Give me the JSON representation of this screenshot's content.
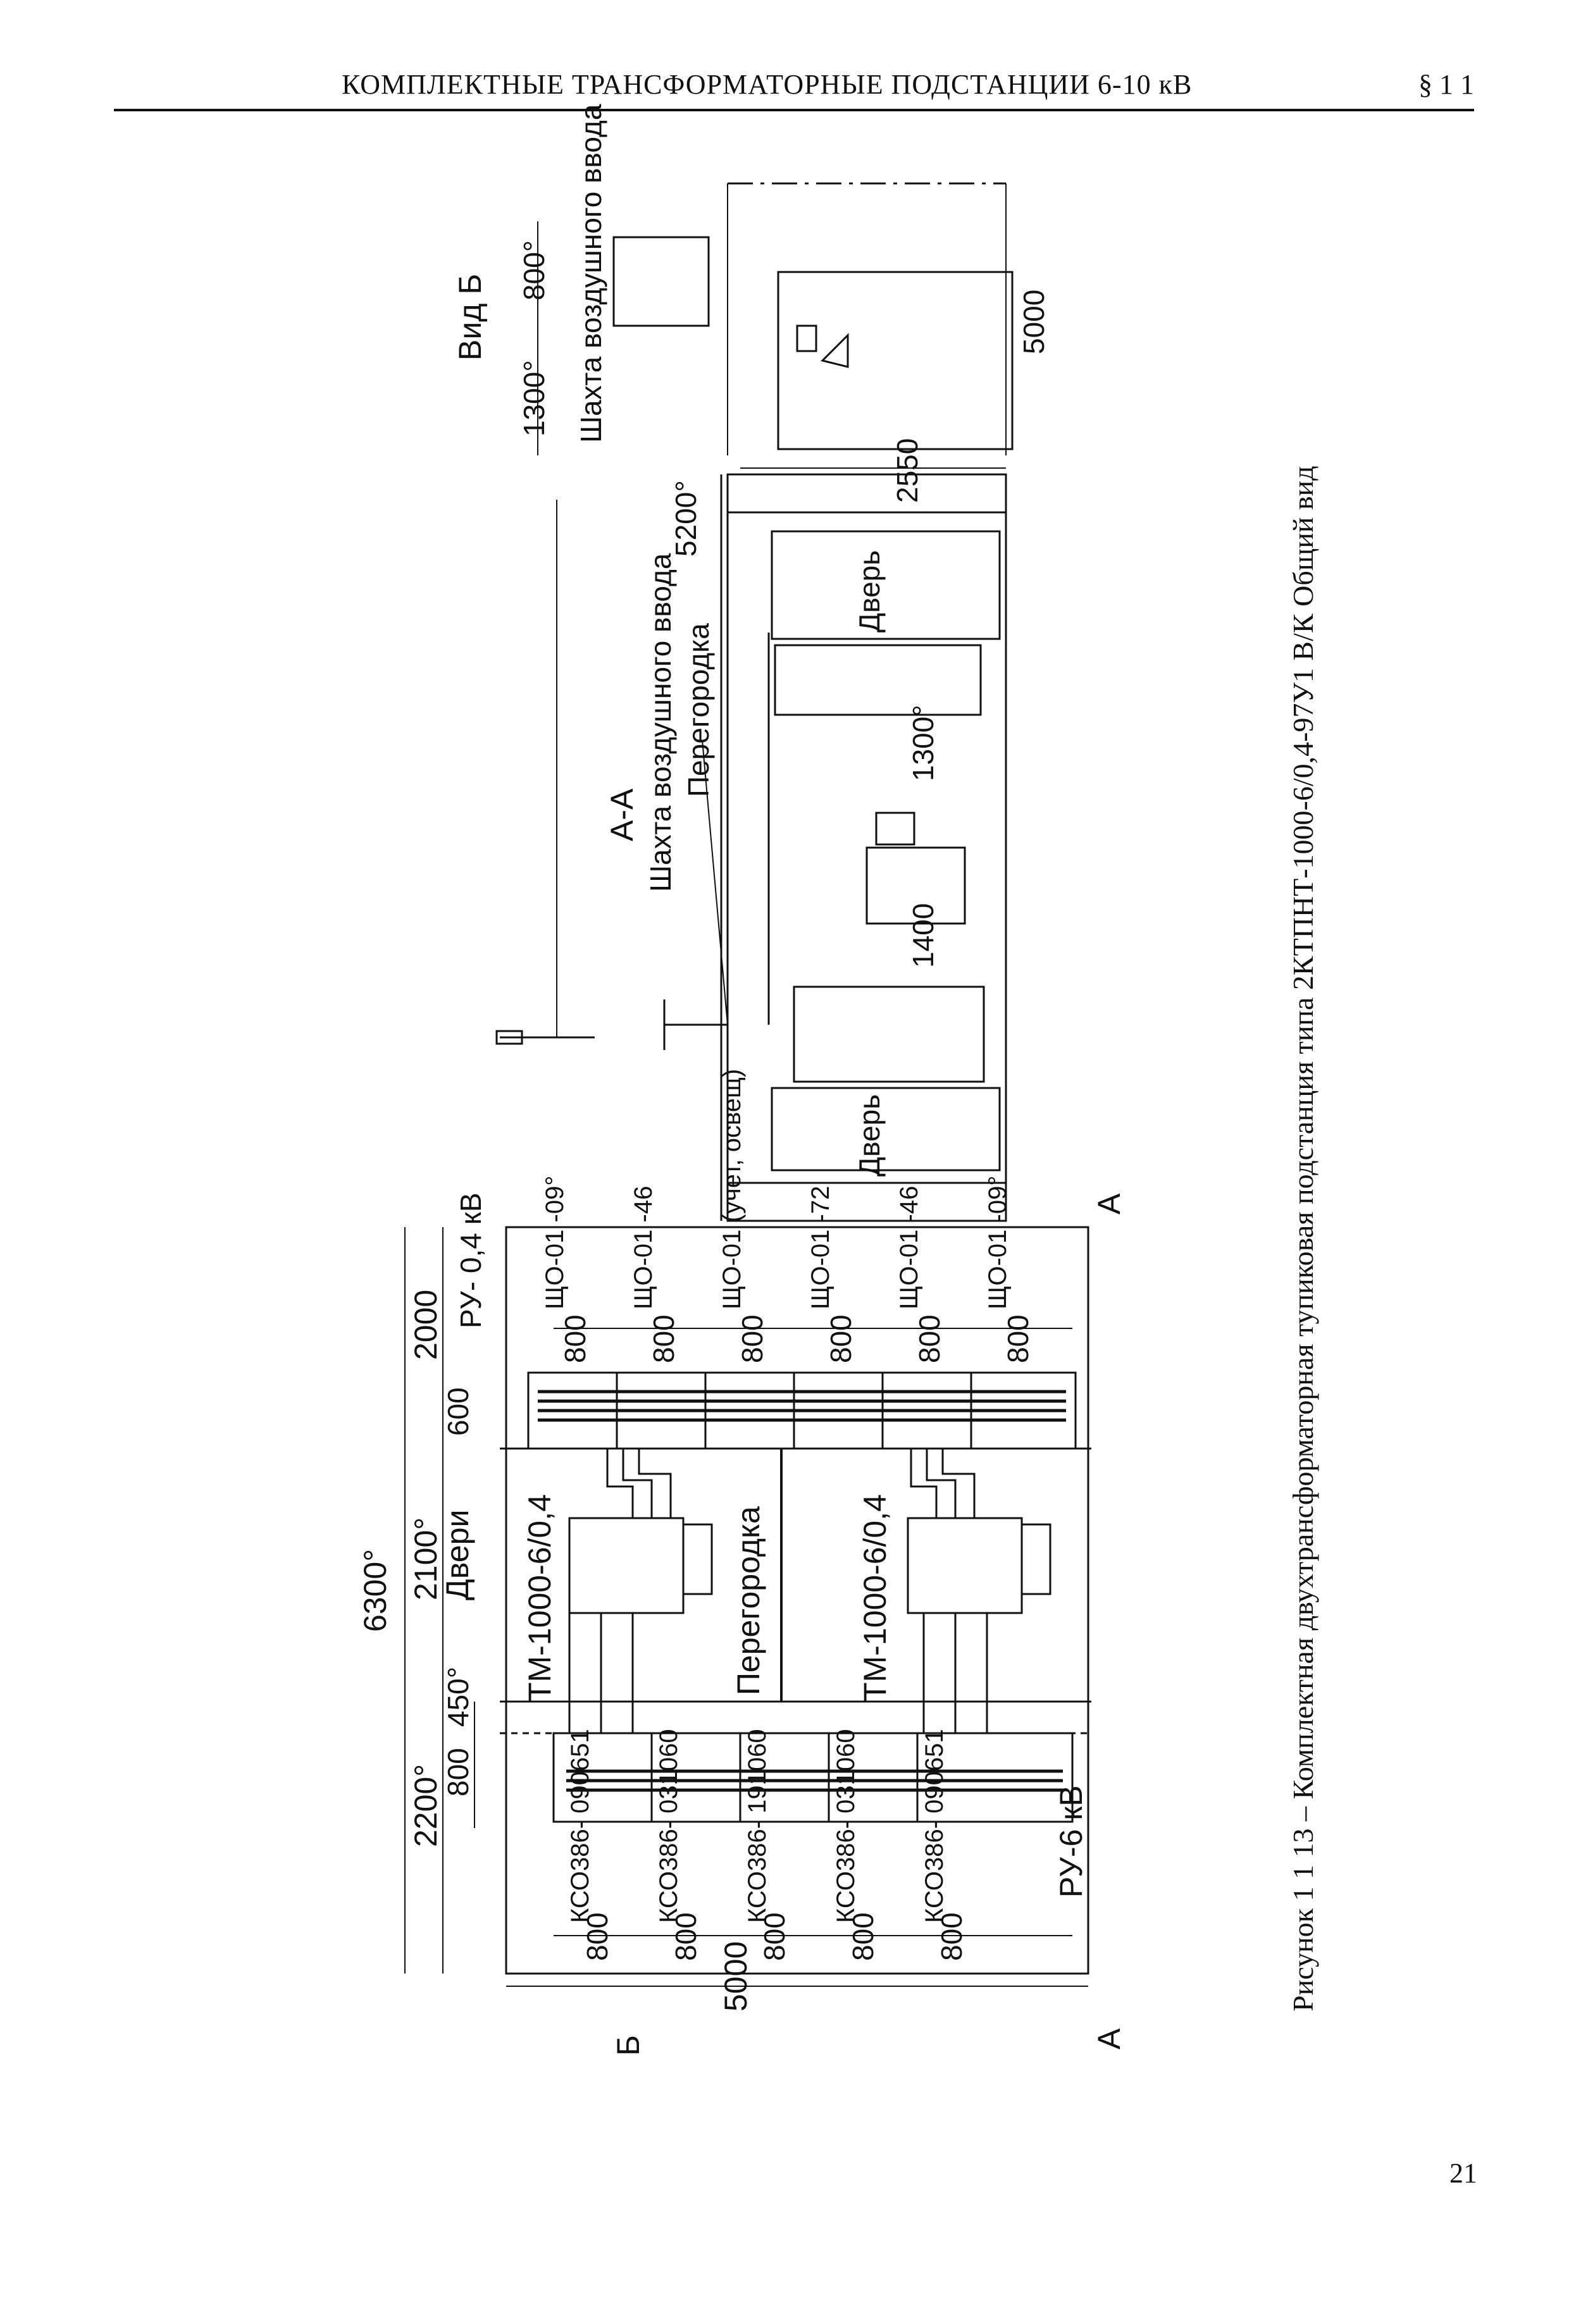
{
  "header": {
    "title": "КОМПЛЕКТНЫЕ ТРАНСФОРМАТОРНЫЕ ПОДСТАНЦИИ 6-10 кВ",
    "section": "§ 1 1"
  },
  "page_number": "21",
  "caption": "Рисунок 1 1 13 – Комплектная двухтрансформаторная тупиковая подстанция типа 2КТПНТ-1000-6/0,4-97У1 В/К Общий вид",
  "plan": {
    "width_dim": "5000",
    "length_dim": "6300°",
    "zone_dims": [
      "2200°",
      "2100°",
      "2000"
    ],
    "sub_dims": [
      "800",
      "450°",
      "600"
    ],
    "doors_label": "Двери",
    "ru04_label": "РУ- 0,4 кВ",
    "ru6_label": "РУ-6 кВ",
    "partition_label": "Перегородка",
    "transformer_label": "ТМ-1000-6/0,4",
    "ksos": [
      "КСО386- 090651",
      "КСО386- 031060",
      "КСО386- 191060",
      "КСО386- 031060",
      "КСО386- 090651"
    ],
    "ksos_widths": [
      "800",
      "800",
      "800",
      "800",
      "800"
    ],
    "shchos": [
      "ЩО-01 -09°",
      "ЩО-01 -46",
      "ЩО-01 (учет, освещ)",
      "ЩО-01 -72",
      "ЩО-01 -46",
      "ЩО-01 -09°"
    ],
    "shchos_widths": [
      "800",
      "800",
      "800",
      "800",
      "800",
      "800"
    ],
    "cut_mark": "А",
    "view_mark": "Б"
  },
  "section_aa": {
    "title": "А-А",
    "shaft_label": "Шахта воздушного ввода",
    "partition_label": "Перегородка",
    "door_label": "Дверь",
    "height_dim": "5200°",
    "depth_dim": "2550",
    "dim_1300": "1300°",
    "dim_1400": "1400"
  },
  "view_b": {
    "title": "Вид Б",
    "shaft_label": "Шахта воздушного ввода",
    "dim_1300": "1300°",
    "dim_800": "800°",
    "dim_5000": "5000"
  }
}
